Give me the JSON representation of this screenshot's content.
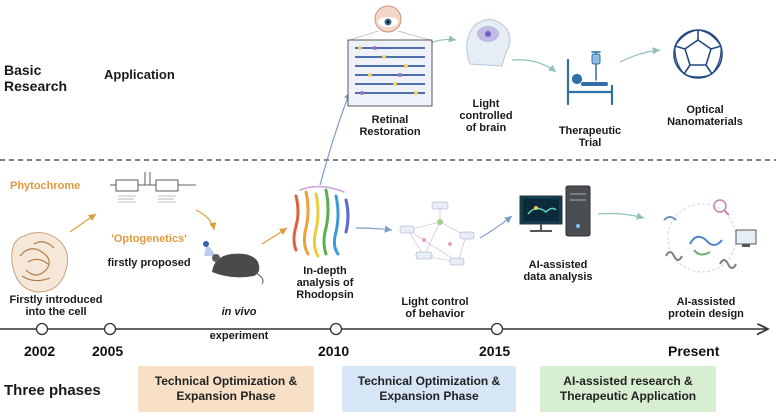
{
  "headers": {
    "basic_research": "Basic\nResearch",
    "application": "Application",
    "three_phases": "Three phases"
  },
  "upper_items": {
    "retinal": "Retinal\nRestoration",
    "brain": "Light\ncontrolled\nof brain",
    "trial": "Therapeutic\nTrial",
    "nanomaterials": "Optical\nNanomaterials"
  },
  "lower_items": {
    "phytochrome": "Phytochrome",
    "introduced": "Firstly introduced\ninto the cell",
    "optogenetics_quote": "'Optogenetics'",
    "optogenetics_rest": "firstly proposed",
    "invivo_italic": "in vivo",
    "invivo_rest": "experiment",
    "rhodopsin": "In-depth\nanalysis of\nRhodopsin",
    "behavior": "Light control\nof behavior",
    "data_analysis": "AI-assisted\ndata analysis",
    "protein_design": "AI-assisted\nprotein design"
  },
  "timeline": {
    "years": [
      "2002",
      "2005",
      "2010",
      "2015",
      "Present"
    ]
  },
  "phases": [
    {
      "label": "Technical Optimization &\nExpansion Phase",
      "color": "#f7e0c6"
    },
    {
      "label": "Technical Optimization &\nExpansion Phase",
      "color": "#d6e6f6"
    },
    {
      "label": "AI-assisted research &\nTherapeutic Application",
      "color": "#d8eed0"
    }
  ],
  "colors": {
    "accent_orange": "#e09a3c",
    "arrow_blue": "#7e9fc4",
    "arrow_teal": "#8fc0bb"
  }
}
